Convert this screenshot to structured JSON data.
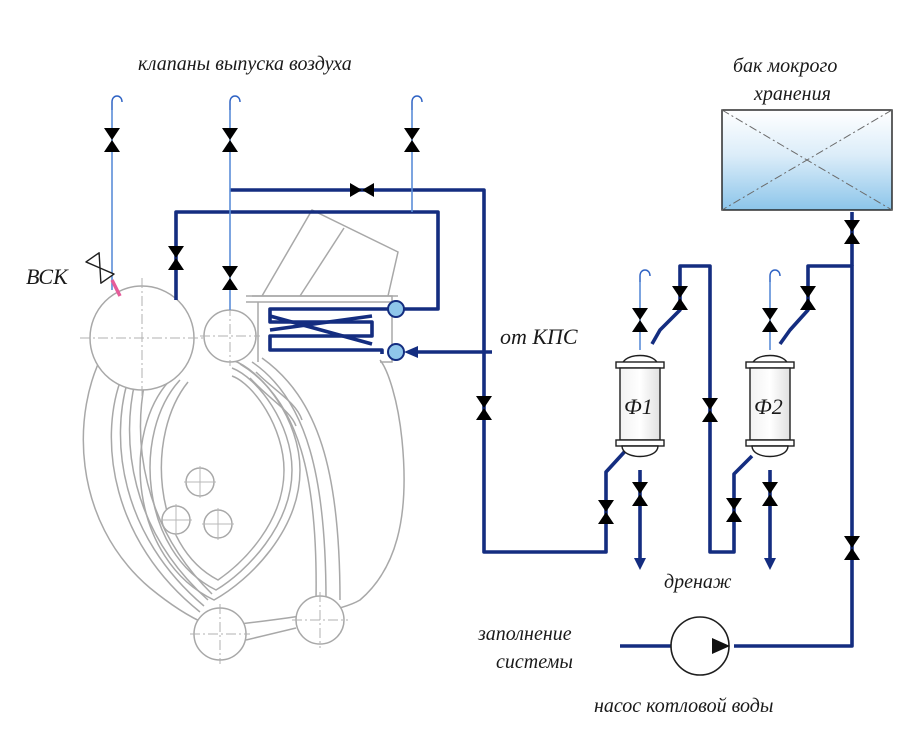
{
  "labels": {
    "air_vents": "клапаны выпуска воздуха",
    "tank_line1": "бак мокрого",
    "tank_line2": "хранения",
    "vsk": "ВСК",
    "from_kps": "от КПС",
    "filter1": "Ф1",
    "filter2": "Ф2",
    "drain": "дренаж",
    "fill_line1": "заполнение",
    "fill_line2": "системы",
    "pump": "насос котловой воды"
  },
  "colors": {
    "pipe": "#142d80",
    "thin_pipe": "#5b8ed8",
    "boiler_outline": "#a8a8a8",
    "vsk_link": "#e65c9a",
    "port_fill": "#8fc6ea",
    "tank_gradient_top": "#ffffff",
    "tank_gradient_bottom": "#8cc5ea"
  },
  "icons": {
    "valve": "gate-valve-icon",
    "safety_valve": "safety-valve-icon",
    "pump": "pump-icon",
    "vent": "vent-hook-icon",
    "drain_arrow": "arrow-down-icon"
  }
}
